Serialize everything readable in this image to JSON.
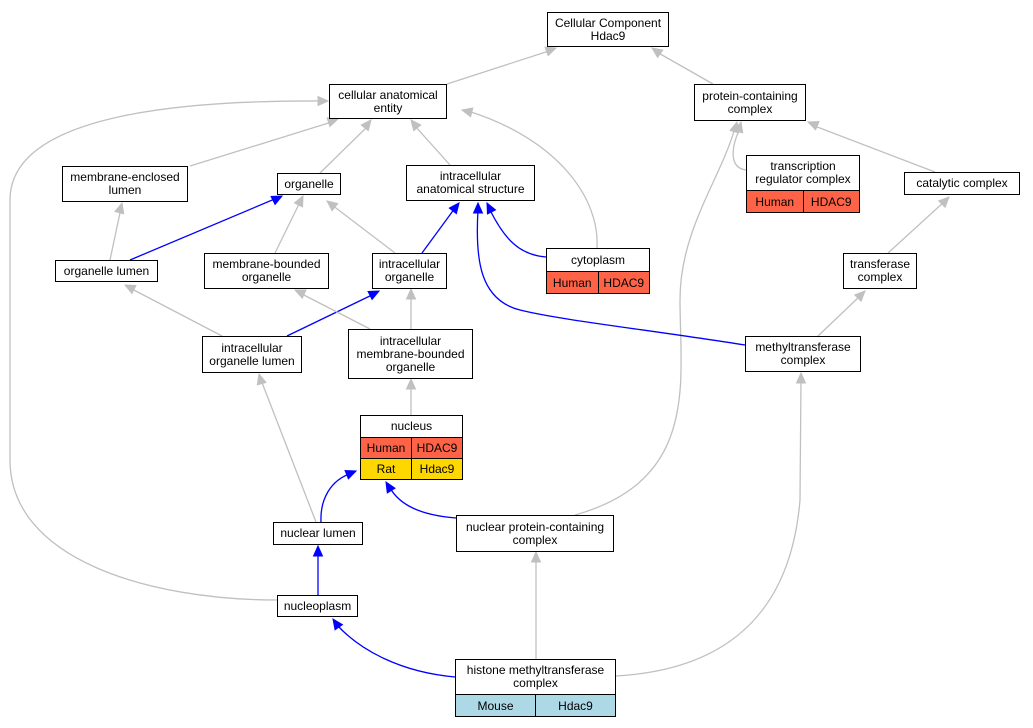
{
  "colors": {
    "gray_edge": "#c0c0c0",
    "blue_edge": "#0000ff",
    "human": "#ff6347",
    "rat": "#ffd700",
    "mouse": "#add8e6"
  },
  "nodes": {
    "cc_hdac9": {
      "lines": [
        "Cellular Component",
        "Hdac9"
      ]
    },
    "cae": {
      "lines": [
        "cellular anatomical",
        "entity"
      ]
    },
    "pcc": {
      "lines": [
        "protein-containing",
        "complex"
      ]
    },
    "mel": {
      "lines": [
        "membrane-enclosed",
        "lumen"
      ]
    },
    "organelle": {
      "lines": [
        "organelle"
      ]
    },
    "ias": {
      "lines": [
        "intracellular",
        "anatomical structure"
      ]
    },
    "trc": {
      "lines": [
        "transcription",
        "regulator complex"
      ],
      "rows": [
        {
          "species": "Human",
          "gene": "HDAC9",
          "color": "human"
        }
      ]
    },
    "catc": {
      "lines": [
        "catalytic complex"
      ]
    },
    "ol": {
      "lines": [
        "organelle lumen"
      ]
    },
    "mbo": {
      "lines": [
        "membrane-bounded",
        "organelle"
      ]
    },
    "io": {
      "lines": [
        "intracellular",
        "organelle"
      ]
    },
    "cyto": {
      "lines": [
        "cytoplasm"
      ],
      "rows": [
        {
          "species": "Human",
          "gene": "HDAC9",
          "color": "human"
        }
      ]
    },
    "trc2": {
      "lines": [
        "transferase",
        "complex"
      ]
    },
    "iol": {
      "lines": [
        "intracellular",
        "organelle lumen"
      ]
    },
    "imbo": {
      "lines": [
        "intracellular",
        "membrane-bounded",
        "organelle"
      ]
    },
    "mtc": {
      "lines": [
        "methyltransferase",
        "complex"
      ]
    },
    "nucleus": {
      "lines": [
        "nucleus"
      ],
      "rows": [
        {
          "species": "Human",
          "gene": "HDAC9",
          "color": "human"
        },
        {
          "species": "Rat",
          "gene": "Hdac9",
          "color": "rat"
        }
      ]
    },
    "nl": {
      "lines": [
        "nuclear lumen"
      ]
    },
    "npcc": {
      "lines": [
        "nuclear protein-containing",
        "complex"
      ]
    },
    "np": {
      "lines": [
        "nucleoplasm"
      ]
    },
    "hmtc": {
      "lines": [
        "histone methyltransferase",
        "complex"
      ],
      "rows": [
        {
          "species": "Mouse",
          "gene": "Hdac9",
          "color": "mouse"
        }
      ]
    }
  },
  "edges": [
    {
      "from": "cae",
      "to": "cc_hdac9",
      "type": "is_a"
    },
    {
      "from": "pcc",
      "to": "cc_hdac9",
      "type": "is_a"
    },
    {
      "from": "mel",
      "to": "cae",
      "type": "is_a"
    },
    {
      "from": "organelle",
      "to": "cae",
      "type": "is_a"
    },
    {
      "from": "ias",
      "to": "cae",
      "type": "is_a"
    },
    {
      "from": "cyto",
      "to": "cae",
      "type": "is_a"
    },
    {
      "from": "np",
      "to": "cae",
      "type": "is_a"
    },
    {
      "from": "trc",
      "to": "pcc",
      "type": "is_a"
    },
    {
      "from": "catc",
      "to": "pcc",
      "type": "is_a"
    },
    {
      "from": "npcc",
      "to": "pcc",
      "type": "is_a"
    },
    {
      "from": "ol",
      "to": "mel",
      "type": "is_a"
    },
    {
      "from": "ol",
      "to": "organelle",
      "type": "part_of"
    },
    {
      "from": "mbo",
      "to": "organelle",
      "type": "is_a"
    },
    {
      "from": "io",
      "to": "organelle",
      "type": "is_a"
    },
    {
      "from": "io",
      "to": "ias",
      "type": "part_of"
    },
    {
      "from": "cyto",
      "to": "ias",
      "type": "part_of"
    },
    {
      "from": "mtc",
      "to": "ias",
      "type": "part_of"
    },
    {
      "from": "trc2",
      "to": "catc",
      "type": "is_a"
    },
    {
      "from": "iol",
      "to": "ol",
      "type": "is_a"
    },
    {
      "from": "iol",
      "to": "io",
      "type": "part_of"
    },
    {
      "from": "imbo",
      "to": "mbo",
      "type": "is_a"
    },
    {
      "from": "imbo",
      "to": "io",
      "type": "is_a"
    },
    {
      "from": "mtc",
      "to": "trc2",
      "type": "is_a"
    },
    {
      "from": "nucleus",
      "to": "imbo",
      "type": "is_a"
    },
    {
      "from": "nl",
      "to": "iol",
      "type": "is_a"
    },
    {
      "from": "nl",
      "to": "nucleus",
      "type": "part_of"
    },
    {
      "from": "npcc",
      "to": "nucleus",
      "type": "part_of"
    },
    {
      "from": "np",
      "to": "nl",
      "type": "part_of"
    },
    {
      "from": "hmtc",
      "to": "npcc",
      "type": "is_a"
    },
    {
      "from": "hmtc",
      "to": "np",
      "type": "part_of"
    },
    {
      "from": "hmtc",
      "to": "mtc",
      "type": "is_a"
    }
  ]
}
